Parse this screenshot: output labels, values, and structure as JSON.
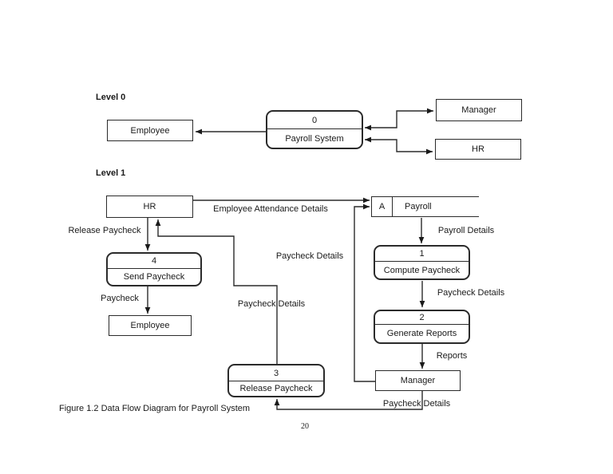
{
  "figure": {
    "caption": "Figure 1.2 Data Flow Diagram for Payroll System",
    "page_number": "20"
  },
  "level0": {
    "title": "Level 0",
    "process": {
      "number": "0",
      "name": "Payroll System"
    },
    "entities": {
      "employee": "Employee",
      "manager": "Manager",
      "hr": "HR"
    }
  },
  "level1": {
    "title": "Level 1",
    "entities": {
      "hr": "HR",
      "employee": "Employee",
      "manager": "Manager"
    },
    "datastore": {
      "id": "A",
      "name": "Payroll"
    },
    "processes": [
      {
        "number": "1",
        "name": "Compute Paycheck"
      },
      {
        "number": "2",
        "name": "Generate Reports"
      },
      {
        "number": "3",
        "name": "Release Paycheck"
      },
      {
        "number": "4",
        "name": "Send Paycheck"
      }
    ],
    "flow_labels": {
      "employee_attendance_details": "Employee Attendance Details",
      "release_paycheck": "Release Paycheck",
      "paycheck": "Paycheck",
      "payroll_details": "Payroll Details",
      "paycheck_details_mid_upper": "Paycheck Details",
      "paycheck_details_mid_lower": "Paycheck Details",
      "paycheck_details_right": "Paycheck Details",
      "paycheck_details_bottom": "Paycheck Details",
      "reports": "Reports"
    }
  }
}
